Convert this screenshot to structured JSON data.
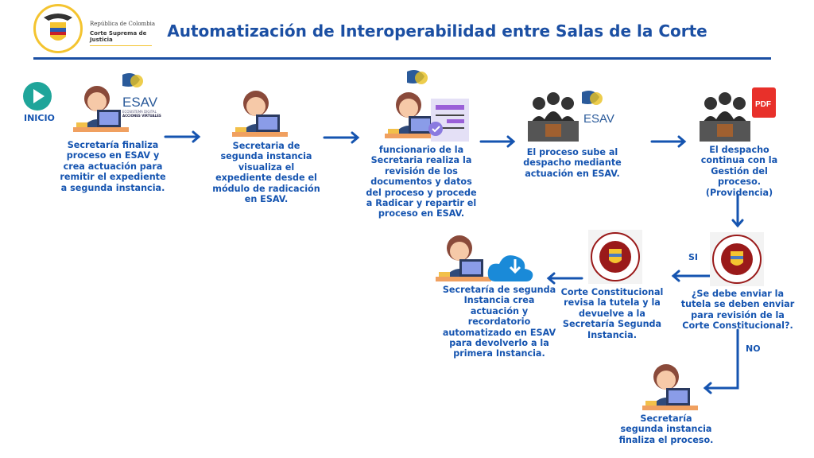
{
  "header": {
    "title": "Automatización de Interoperabilidad entre Salas de la Corte",
    "logo_line1": "República de Colombia",
    "logo_line2": "Corte Suprema de Justicia"
  },
  "start": {
    "label": "INICIO",
    "color": "#1fa59a"
  },
  "colors": {
    "text": "#1554b0",
    "arrow": "#1554b0",
    "title": "#1b4fa3"
  },
  "steps": [
    {
      "text": "Secretaría finaliza proceso en ESAV y crea actuación para remitir el expediente a segunda instancia.",
      "icon": "secretary-esav-icon"
    },
    {
      "text": "Secretaria de segunda instancia visualiza el expediente desde el módulo de radicación en ESAV.",
      "icon": "secretary-icon"
    },
    {
      "text": "funcionario de la Secretaria realiza la revisión de los documentos y datos del proceso y procede a Radicar  y repartir el proceso en ESAV.",
      "icon": "secretary-document-icon"
    },
    {
      "text": "El proceso sube al despacho mediante actuación en ESAV.",
      "icon": "judges-esav-icon"
    },
    {
      "text": "El despacho continua con la Gestión del proceso. (Providencia)",
      "icon": "judges-pdf-icon",
      "pdf": "PDF"
    },
    {
      "text": "¿Se debe enviar la tutela se deben enviar para revisión de la Corte Constitucional?.",
      "icon": "seal-icon"
    },
    {
      "text": "Corte Constitucional revisa la tutela y la devuelve a la Secretaría Segunda Instancia.",
      "icon": "seal-icon"
    },
    {
      "text": "Secretaría de segunda Instancia crea actuación y recordatorio automatizado en ESAV para devolverlo a la primera Instancia.",
      "icon": "secretary-cloud-icon"
    },
    {
      "text": "Secretaría segunda instancia finaliza el proceso.",
      "icon": "secretary-icon"
    }
  ],
  "branches": {
    "yes": "SI",
    "no": "NO"
  },
  "esav": {
    "label": "ESAV",
    "sub1": "ECOSISTEMA DIGITAL",
    "sub2": "ACCIONES VIRTUALES"
  }
}
